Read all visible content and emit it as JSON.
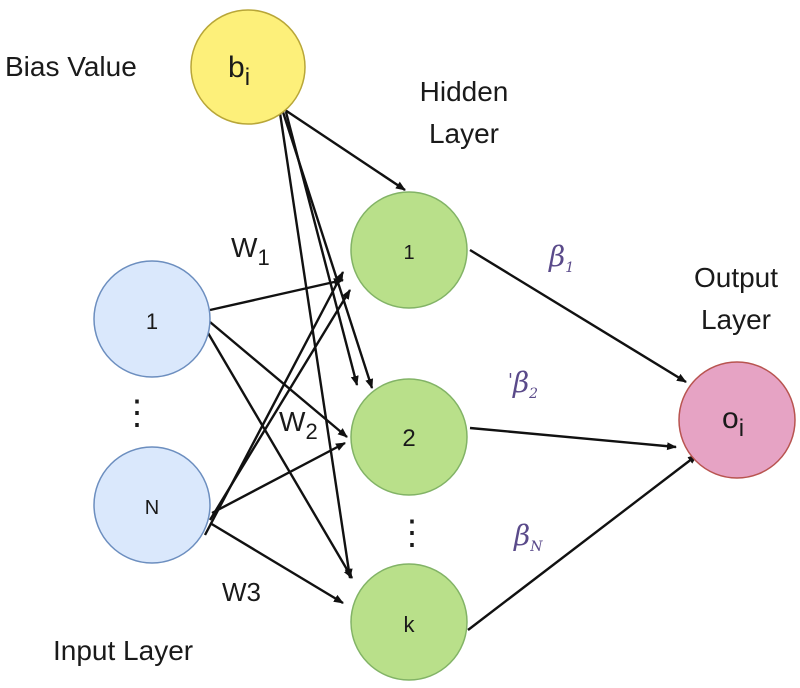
{
  "labels": {
    "bias_value": "Bias Value",
    "hidden_layer_line1": "Hidden",
    "hidden_layer_line2": "Layer",
    "output_layer_line1": "Output",
    "output_layer_line2": "Layer",
    "input_layer": "Input Layer"
  },
  "nodes": {
    "bias": {
      "base": "b",
      "sub": "i",
      "fill": "#fdf07a",
      "stroke": "#b8a638"
    },
    "input_1": {
      "text": "1",
      "fill": "#dae8fc",
      "stroke": "#6c8ebf"
    },
    "input_n": {
      "text": "N",
      "fill": "#dae8fc",
      "stroke": "#6c8ebf"
    },
    "input_dots": "⋮",
    "hidden_1": {
      "text": "1",
      "fill": "#b9e08a",
      "stroke": "#82b366"
    },
    "hidden_2": {
      "text": "2",
      "fill": "#b9e08a",
      "stroke": "#82b366"
    },
    "hidden_dots": "⋮",
    "hidden_k": {
      "text": "k",
      "fill": "#b9e08a",
      "stroke": "#82b366"
    },
    "output": {
      "base": "o",
      "sub": "i",
      "fill": "#e6a3c4",
      "stroke": "#b85450"
    }
  },
  "weights": {
    "w1": {
      "base": "W",
      "sub": "1"
    },
    "w2": {
      "base": "W",
      "sub": "2"
    },
    "w3": "W3"
  },
  "betas": {
    "b1": {
      "base": "β",
      "sub": "1"
    },
    "b2": {
      "prefix": "'",
      "base": "β",
      "sub": "2"
    },
    "bN": {
      "base": "β",
      "sub": "N"
    }
  }
}
